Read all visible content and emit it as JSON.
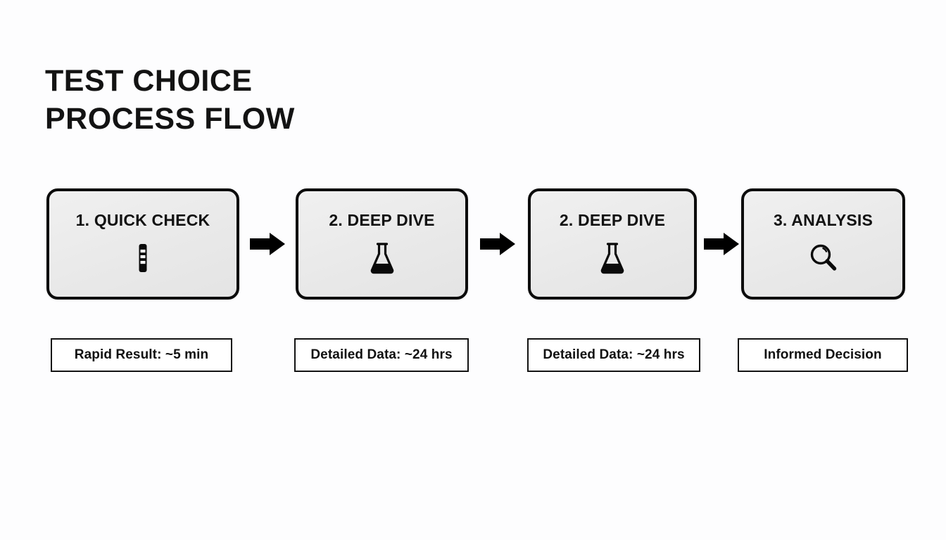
{
  "title": {
    "line1": "TEST CHOICE",
    "line2": "PROCESS FLOW"
  },
  "colors": {
    "background": "#fdfdfe",
    "box_fill": "#ebebeb",
    "box_border": "#0b0b0b",
    "text": "#121212",
    "arrow": "#000000",
    "caption_border": "#131313",
    "caption_fill": "#ffffff"
  },
  "steps": [
    {
      "label": "1. QUICK CHECK",
      "icon": "test-strip-icon",
      "caption": "Rapid Result: ~5 min"
    },
    {
      "label": "2. DEEP DIVE",
      "icon": "flask-icon",
      "caption": "Detailed Data: ~24 hrs"
    },
    {
      "label": "2. DEEP DIVE",
      "icon": "flask-icon",
      "caption": "Detailed Data: ~24 hrs"
    },
    {
      "label": "3. ANALYSIS",
      "icon": "magnifier-icon",
      "caption": "Informed Decision"
    }
  ],
  "arrows": [
    {
      "name": "arrow-right-icon",
      "direction": "right"
    },
    {
      "name": "arrow-right-icon",
      "direction": "right"
    },
    {
      "name": "arrow-right-icon",
      "direction": "right"
    }
  ]
}
